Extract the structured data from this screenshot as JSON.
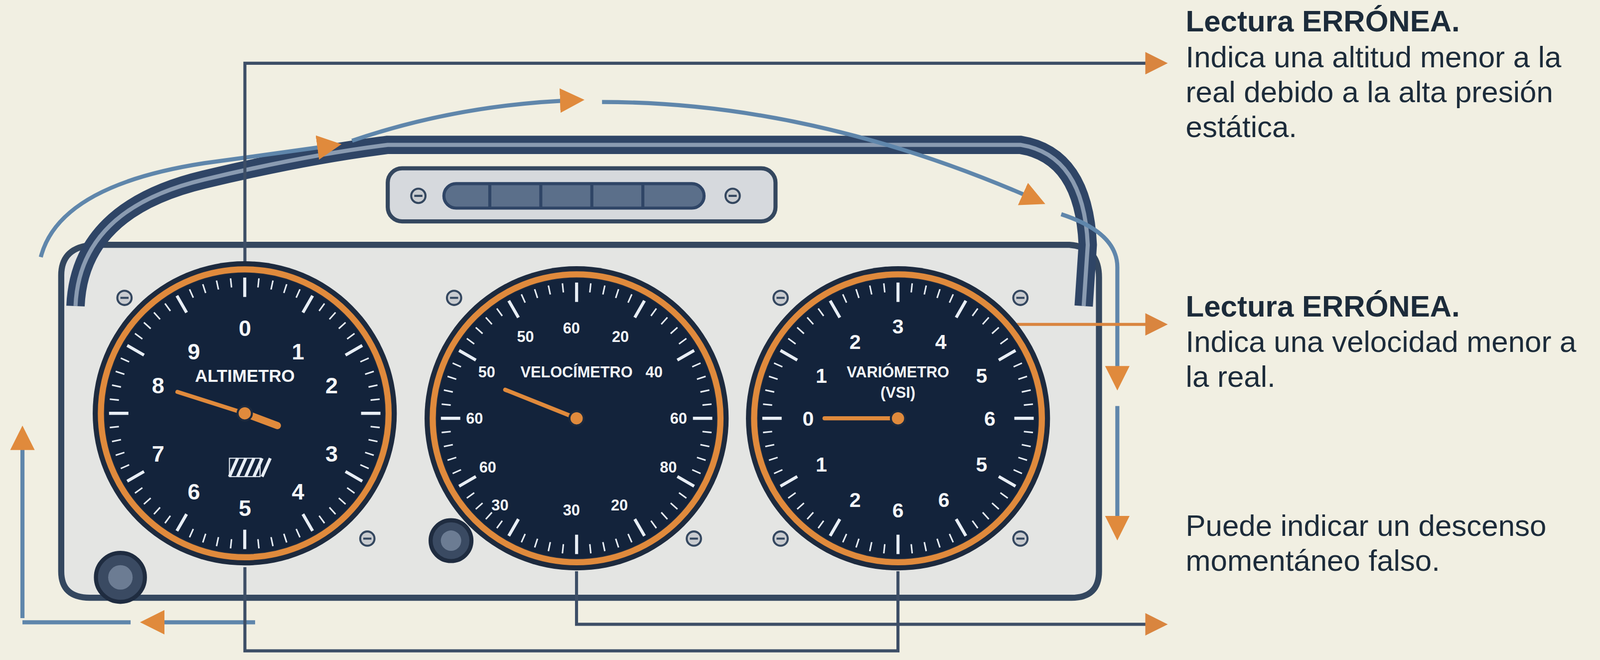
{
  "diagram": {
    "nodes": [
      {
        "text": [
          "ALTIMETRO",
          "0",
          "1",
          "2",
          "3",
          "4",
          "5",
          "6",
          "7",
          "8",
          "9"
        ]
      },
      {
        "text": [
          "VELOCÍMETRO",
          "50",
          "60",
          "20",
          "50",
          "40",
          "60",
          "60",
          "60",
          "80",
          "30",
          "30",
          "20"
        ]
      },
      {
        "text": [
          "VARIÓMETRO",
          "(VSI)",
          "2",
          "3",
          "4",
          "1",
          "5",
          "0",
          "6",
          "1",
          "5",
          "2",
          "6",
          "6"
        ]
      }
    ],
    "labels": [
      "Lectura ERRÓNEA.",
      "Indica una altitud menor a la real debido a la alta presión estática.",
      "Lectura ERRÓNEA.",
      "Indica una velocidad menor a la real.",
      "Puede indicar un descenso momentáneo falso."
    ]
  }
}
